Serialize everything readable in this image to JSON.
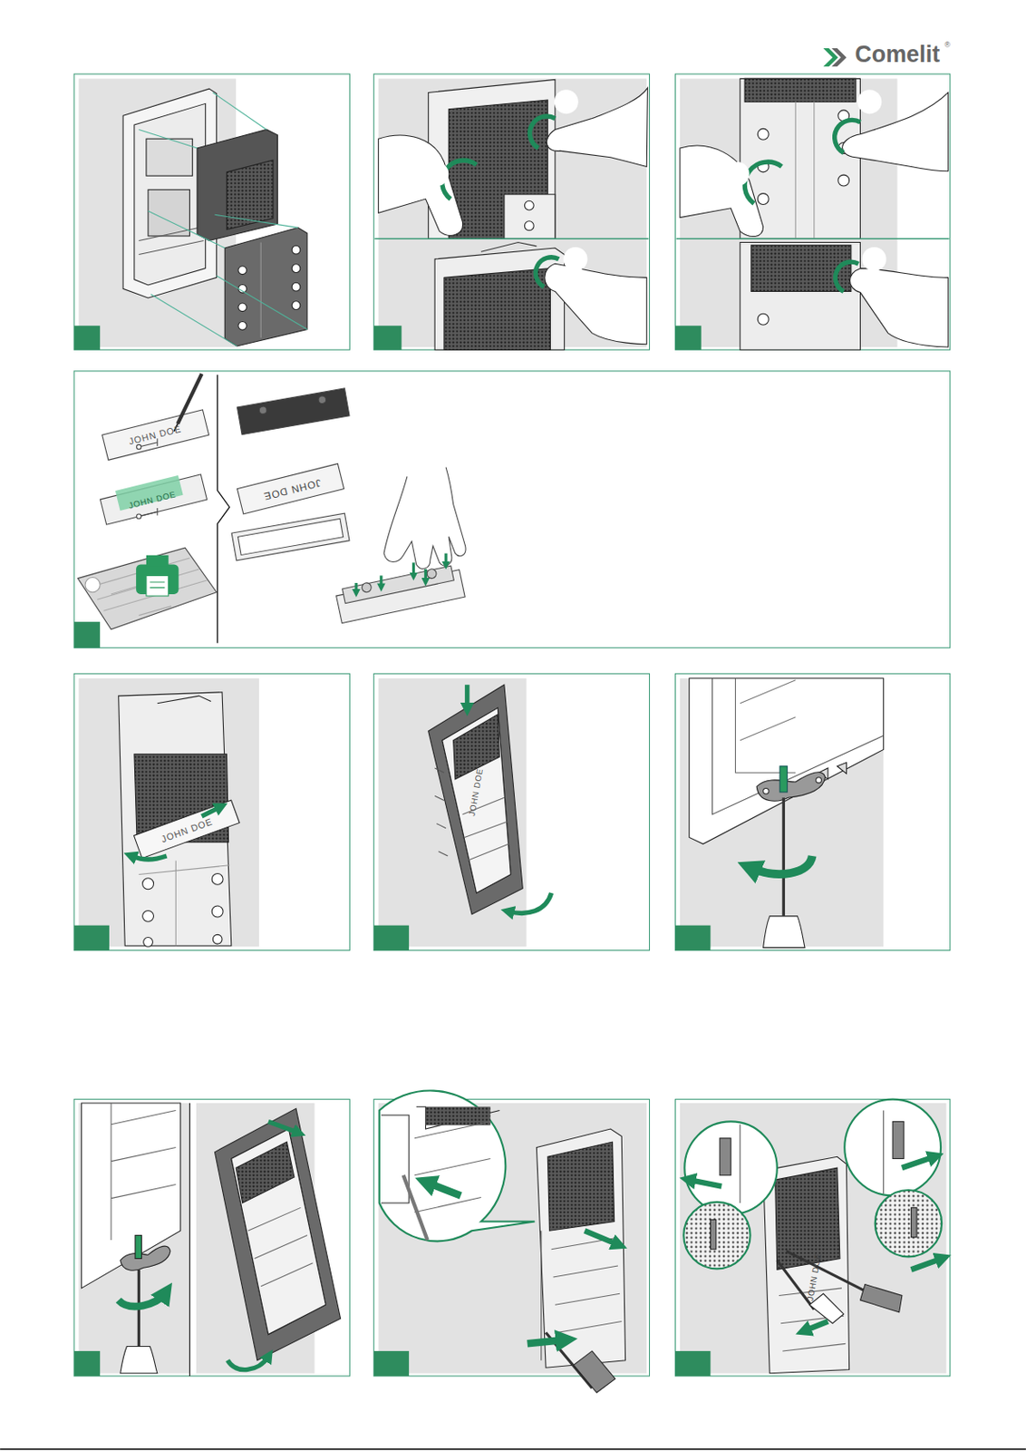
{
  "diagram": {
    "labels": [
      "Comelit",
      "®",
      "JOHN DOE",
      "JOHN DOE",
      "JOHN DOE",
      "JOHN DOE",
      "JOHN DOE",
      "JOHN DOE"
    ]
  }
}
